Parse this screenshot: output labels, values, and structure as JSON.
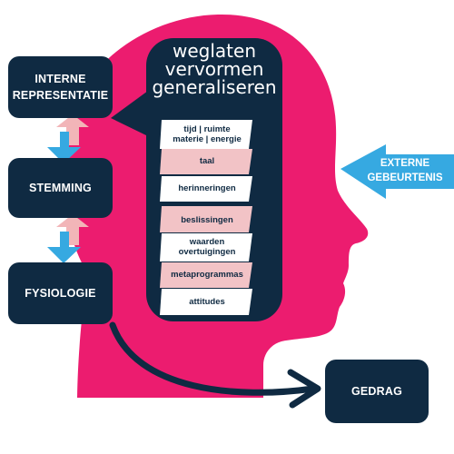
{
  "colors": {
    "head": "#ec1c6f",
    "navy": "#0f2a42",
    "filter_white": "#ffffff",
    "filter_pink": "#f2c3c6",
    "external_arrow": "#36a9e1",
    "arrow_up": "#f2b5b8",
    "arrow_down": "#36a9e1"
  },
  "left_boxes": [
    {
      "label": "INTERNE\nREPRESENTATIE"
    },
    {
      "label": "STEMMING"
    },
    {
      "label": "FYSIOLOGIE"
    }
  ],
  "filter": {
    "title_lines": [
      "weglaten",
      "vervormen",
      "generaliseren"
    ],
    "layers": [
      {
        "label": "tijd | ruimte\nmaterie | energie",
        "fill": "white"
      },
      {
        "label": "taal",
        "fill": "pink"
      },
      {
        "label": "herinneringen",
        "fill": "white"
      },
      {
        "label": "beslissingen",
        "fill": "pink"
      },
      {
        "label": "waarden\novertuigingen",
        "fill": "white"
      },
      {
        "label": "metaprogrammas",
        "fill": "pink"
      },
      {
        "label": "attitudes",
        "fill": "white"
      }
    ]
  },
  "external": {
    "label": "EXTERNE\nGEBEURTENIS",
    "icon": "arrow-left-icon"
  },
  "behavior": {
    "label": "GEDRAG"
  }
}
